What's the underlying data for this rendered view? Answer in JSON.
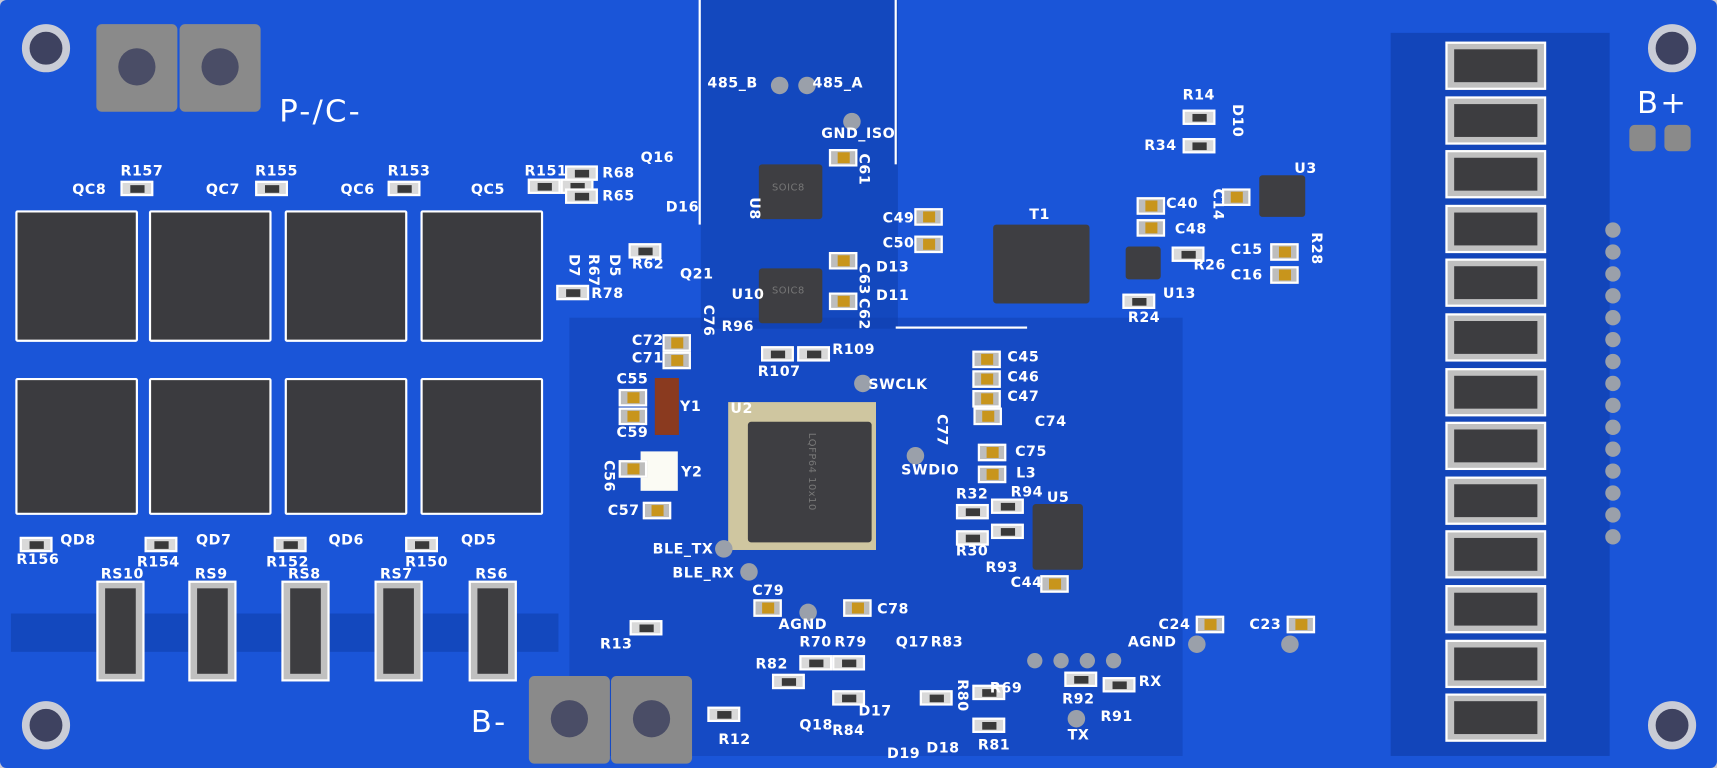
{
  "board": {
    "colors": {
      "solder_mask": "#1a55d8",
      "pour": "#0f3fae",
      "silkscreen": "#ffffff",
      "component": "#3b3b3f",
      "cap_body": "#c8951c"
    },
    "labels": {
      "p_c": "P-/C-",
      "b_plus": "B+",
      "b_minus": "B-",
      "qc8": "QC8",
      "qc7": "QC7",
      "qc6": "QC6",
      "qc5": "QC5",
      "r157": "R157",
      "r155": "R155",
      "r153": "R153",
      "r151": "R151",
      "qd8": "QD8",
      "qd7": "QD7",
      "qd6": "QD6",
      "qd5": "QD5",
      "r156": "R156",
      "r154": "R154",
      "r152": "R152",
      "r150": "R150",
      "rs10": "RS10",
      "rs9": "RS9",
      "rs8": "RS8",
      "rs7": "RS7",
      "rs6": "RS6",
      "r68": "R68",
      "r65": "R65",
      "q16": "Q16",
      "d16": "D16",
      "d7": "D7",
      "r67": "R67",
      "d5": "D5",
      "r62": "R62",
      "q21": "Q21",
      "r78": "R78",
      "b485": "485_B",
      "a485": "485_A",
      "gnd_iso": "GND_ISO",
      "u8": "U8",
      "c61": "C61",
      "c63": "C63",
      "c62": "C62",
      "u10": "U10",
      "r96": "R96",
      "c76": "C76",
      "c72": "C72",
      "c71": "C71",
      "c55": "C55",
      "y1": "Y1",
      "c59": "C59",
      "u2": "U2",
      "y2": "Y2",
      "c56": "C56",
      "c57": "C57",
      "r107": "R107",
      "r109": "R109",
      "swclk": "SWCLK",
      "swdio": "SWDIO",
      "ble_tx": "BLE_TX",
      "ble_rx": "BLE_RX",
      "c79": "C79",
      "c78": "C78",
      "agnd1": "AGND",
      "r70": "R70",
      "r79": "R79",
      "q17": "Q17",
      "r83": "R83",
      "r82": "R82",
      "q18": "Q18",
      "r84": "R84",
      "d17": "D17",
      "r80": "R80",
      "r69": "R69",
      "d19": "D19",
      "d18": "D18",
      "r81": "R81",
      "r12": "R12",
      "r13": "R13",
      "c49": "C49",
      "c50": "C50",
      "d13": "D13",
      "d11": "D11",
      "t1": "T1",
      "c40": "C40",
      "c48": "C48",
      "c14": "C14",
      "r14": "R14",
      "r34": "R34",
      "d10": "D10",
      "u3": "U3",
      "c15": "C15",
      "c16": "C16",
      "r28": "R28",
      "r26": "R26",
      "u13": "U13",
      "r24": "R24",
      "c45": "C45",
      "c46": "C46",
      "c47": "C47",
      "c74": "C74",
      "c77": "C77",
      "c75": "C75",
      "l3": "L3",
      "r32": "R32",
      "r94": "R94",
      "u5": "U5",
      "r30": "R30",
      "r93": "R93",
      "c44": "C44",
      "c24": "C24",
      "c23": "C23",
      "agnd2": "AGND",
      "rx": "RX",
      "r92": "R92",
      "r91": "R91",
      "tx": "TX"
    },
    "chip_markings": {
      "u8": "SOIC8",
      "u10": "SOIC8",
      "u2": "LQFP64 10x10"
    }
  }
}
